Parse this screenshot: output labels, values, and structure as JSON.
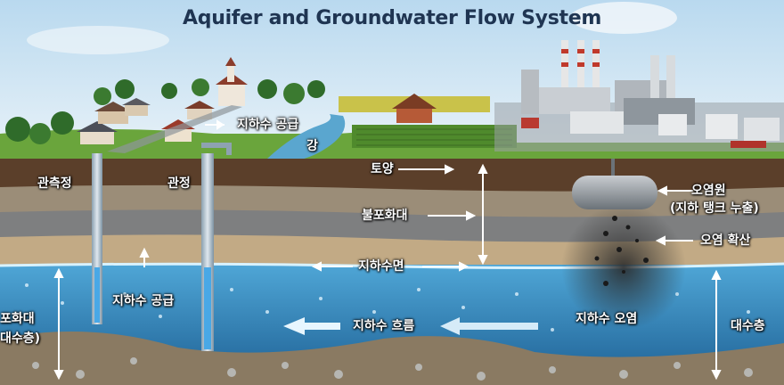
{
  "title": "Aquifer and Groundwater Flow System",
  "labels": {
    "monitoring_well": "관측정",
    "pumping_well": "관정",
    "groundwater_supply_top": "지하수 공급",
    "river": "강",
    "soil": "토양",
    "unsaturated_zone": "불포화대",
    "water_table": "지하수면",
    "groundwater_supply": "지하수 공급",
    "groundwater_flow": "지하수 흐름",
    "contamination_source_line1": "오염원",
    "contamination_source_line2": "(지하 탱크 누출)",
    "contamination_spread": "오염 확산",
    "groundwater_contamination": "지하수 오염",
    "aquifer": "대수층",
    "saturated_zone_line1": "포화대",
    "saturated_zone_line2": "대수층)"
  }
}
